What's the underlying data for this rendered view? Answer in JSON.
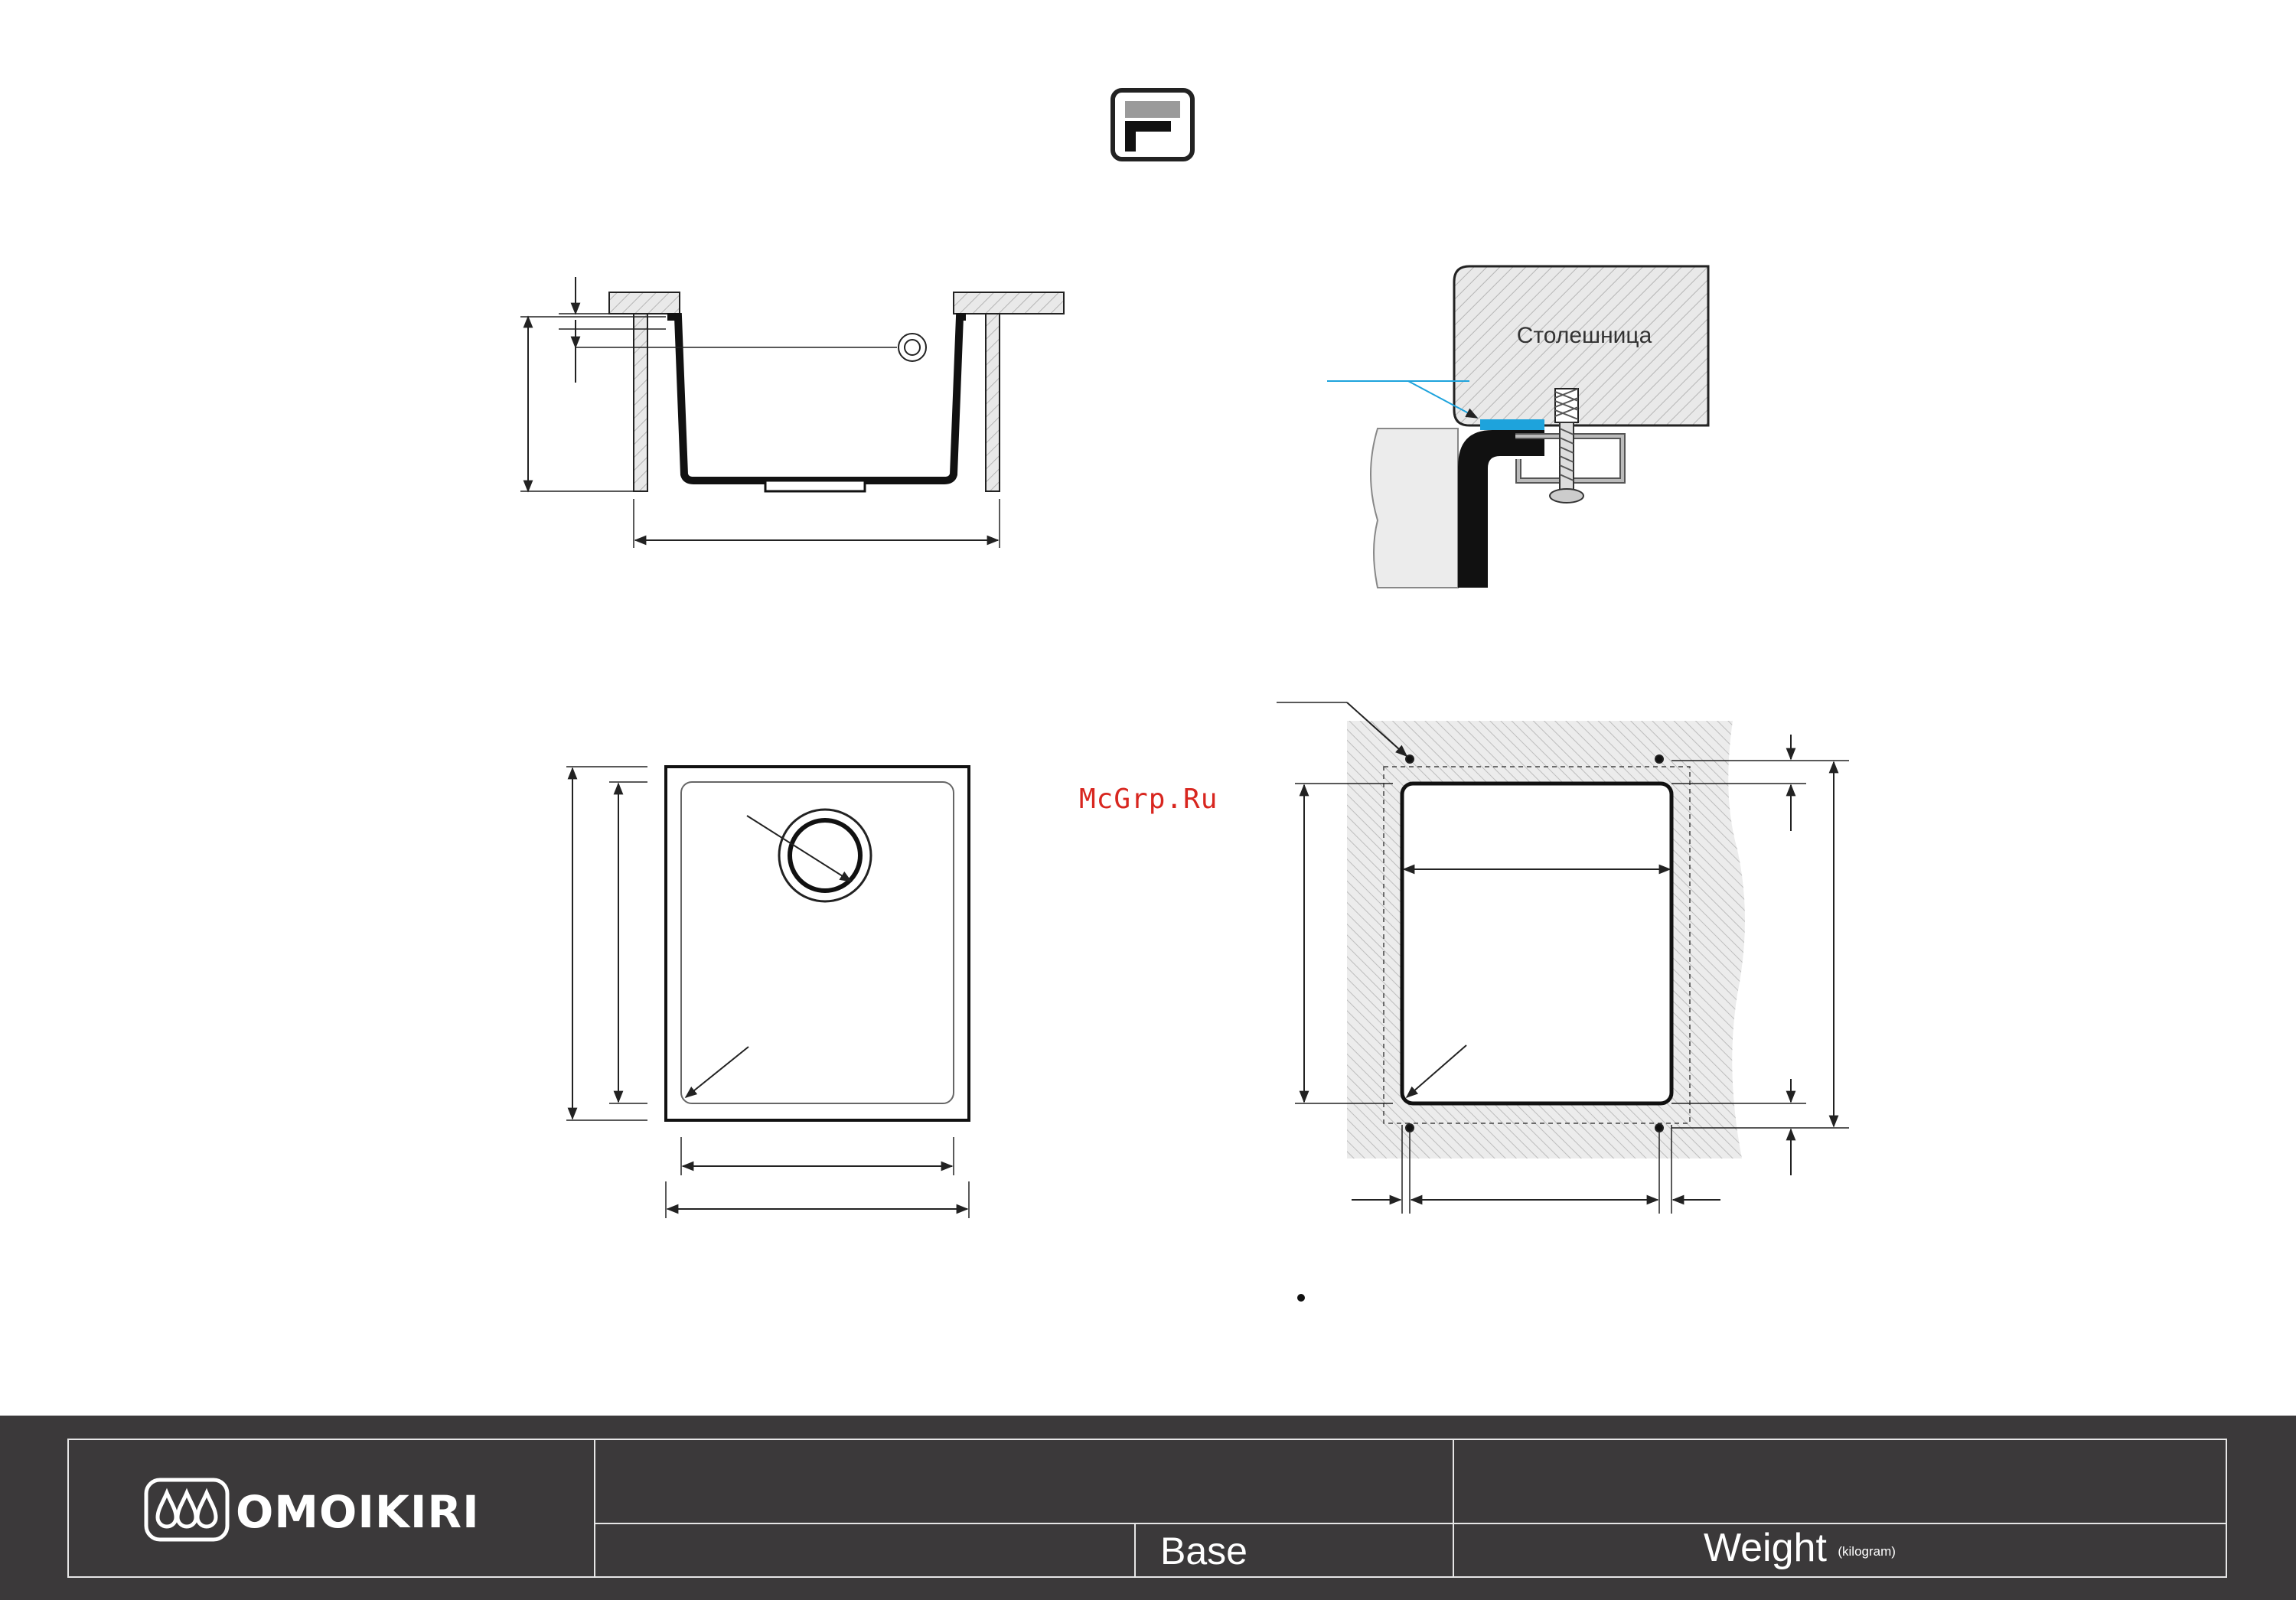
{
  "diagram": {
    "countertop_label": "Столешница",
    "watermark": "McGrp.Ru"
  },
  "footer": {
    "brand": "OMOIKIRI",
    "base_label": "Base",
    "weight_label": "Weight",
    "weight_unit": "(kilogram)"
  },
  "colors": {
    "footer_bg": "#3b393a",
    "sealant": "#1ea3dc",
    "hatch": "#c9c9c9",
    "watermark": "#d8261f"
  },
  "icons": [
    "undermount-mount-icon",
    "omoikiri-drops-logo-icon"
  ]
}
